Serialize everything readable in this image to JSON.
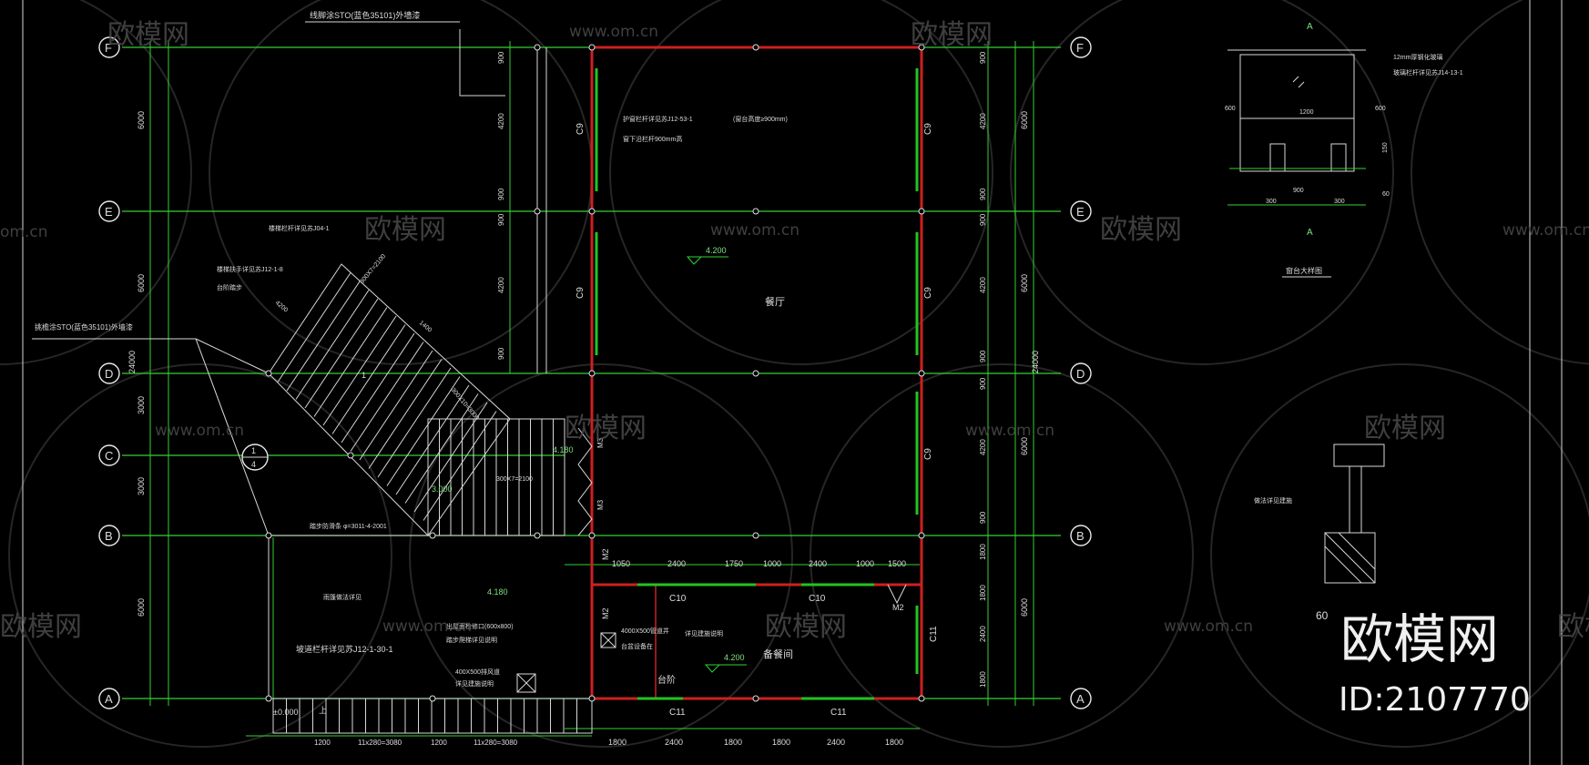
{
  "watermark": {
    "brand": "欧模网",
    "site": "www.om.cn",
    "site_short": "om.cn",
    "id_text": "ID:2107770",
    "brand_fragment": "欧模网"
  },
  "axes": {
    "left": [
      "F",
      "E",
      "D",
      "C",
      "B",
      "A"
    ],
    "right": [
      "F",
      "E",
      "D",
      "B",
      "A"
    ]
  },
  "left_dims": [
    "6000",
    "6000",
    "3000",
    "3000",
    "6000"
  ],
  "left_total": "24000",
  "right_total": "24000",
  "right_dims_outer": [
    "6000",
    "6000",
    "6000",
    "6000"
  ],
  "right_dims_inner": [
    "900",
    "4200",
    "900",
    "900",
    "4200",
    "900",
    "900",
    "4200",
    "900",
    "1800",
    "1800",
    "2400",
    "1800"
  ],
  "left_inner_dims": [
    "900",
    "4200",
    "900",
    "900",
    "4200",
    "900"
  ],
  "bottom_dims": [
    "1800",
    "2400",
    "1800",
    "1800",
    "2400",
    "1800"
  ],
  "partition_dims": [
    "1050",
    "2400",
    "1750",
    "1000",
    "2400",
    "1000",
    "1500"
  ],
  "stair_bottom_dims": [
    "1200",
    "11x280=3080",
    "1200",
    "11x280=3080"
  ],
  "window_labels": {
    "c9": "C9",
    "c10": "C10",
    "c11": "C11",
    "m2": "M2",
    "m3": "M3"
  },
  "elevations": [
    "4.200",
    "4.180",
    "3.000",
    "4.180",
    "4.200",
    "±0.000"
  ],
  "rooms": {
    "hall": "餐厅",
    "store": "备餐间",
    "balcony": "台阶"
  },
  "annotations": {
    "top_note": "线脚涂STO(蓝色35101)外墙漆",
    "left_note": "挑檐涂STO(蓝色35101)外墙漆",
    "window_note1": "护窗栏杆详见苏J12-53-1",
    "window_note2": "(窗台高度≥900mm)",
    "window_note3": "窗下沿栏杆900mm高",
    "stair_note1": "楼梯栏杆详见苏J04-1",
    "stair_note2": "楼梯扶手详见苏J12-1-8",
    "stair_note3": "台阶踏步",
    "stair_dim1": "300X7=2100",
    "stair_dim2": "300X10=3000",
    "stair_dim3": "300X7=2100",
    "stair_len": "4200",
    "stair_len2": "1400",
    "ramp_note": "踏步防滑条 φ=3011-4-2001",
    "rail_note": "坡道栏杆详见苏J12-1-30-1",
    "misc1": "雨篷做法详见",
    "shaft_note1": "4000X500管道井",
    "shaft_note2": "详见建施说明",
    "sill_note1": "出屋面检修口(600x800)",
    "sill_note2": "踏步爬梯详见说明",
    "ventilation": "400X500排风道",
    "vent_note": "详见建施说明",
    "vent_note2": "台盆设备在",
    "steps_mark": "上",
    "section_num": "1",
    "section_sheet": "4",
    "circle_num": "1"
  },
  "detail": {
    "axis_top": "A",
    "axis_bottom": "A",
    "note1": "12mm厚钢化玻璃",
    "note2": "玻璃栏杆详见苏J14-13-1",
    "d1200": "1200",
    "d600a": "600",
    "d600b": "600",
    "d900": "900",
    "d300a": "300",
    "d300b": "300",
    "d60": "60",
    "d150": "150",
    "title": "窗台大样图",
    "node_note": "做法详见建施",
    "node_dim": "60"
  }
}
